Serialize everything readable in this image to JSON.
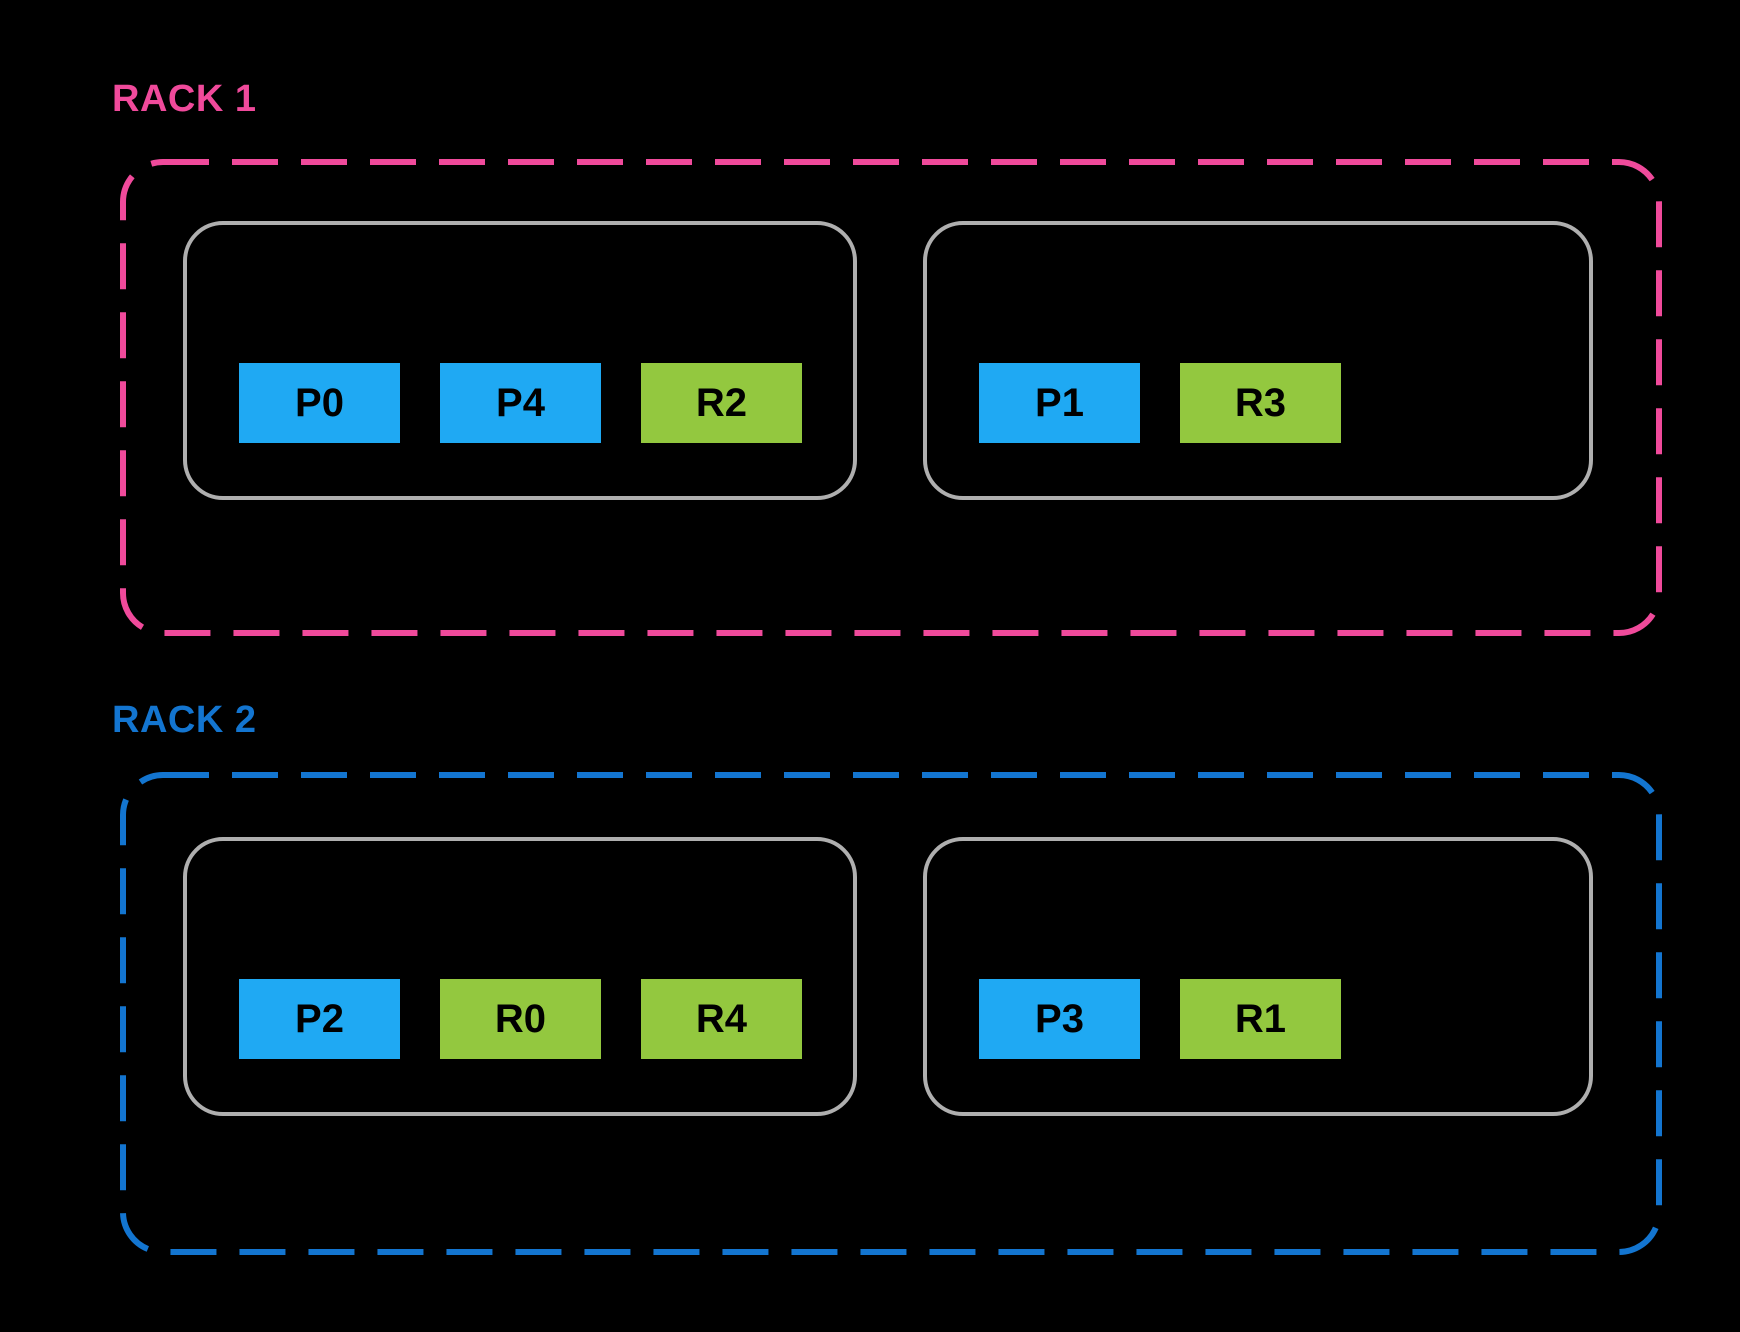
{
  "diagram": {
    "description_labels": {
      "rack1": "RACK 1",
      "rack2": "RACK 2"
    }
  },
  "colors": {
    "background": "#000000",
    "rack1_accent": "#F04A9B",
    "rack2_accent": "#1375D0",
    "host_border": "#AFAFAF",
    "primary_block": "#1FA9F3",
    "replica_block": "#93C83F",
    "block_text": "#000000"
  },
  "racks": [
    {
      "label": "RACK 1",
      "accent": "#F04A9B",
      "hosts": [
        {
          "blocks": [
            {
              "label": "P0",
              "type": "primary"
            },
            {
              "label": "P4",
              "type": "primary"
            },
            {
              "label": "R2",
              "type": "replica"
            }
          ]
        },
        {
          "blocks": [
            {
              "label": "P1",
              "type": "primary"
            },
            {
              "label": "R3",
              "type": "replica"
            }
          ]
        }
      ]
    },
    {
      "label": "RACK 2",
      "accent": "#1375D0",
      "hosts": [
        {
          "blocks": [
            {
              "label": "P2",
              "type": "primary"
            },
            {
              "label": "R0",
              "type": "replica"
            },
            {
              "label": "R4",
              "type": "replica"
            }
          ]
        },
        {
          "blocks": [
            {
              "label": "P3",
              "type": "primary"
            },
            {
              "label": "R1",
              "type": "replica"
            }
          ]
        }
      ]
    }
  ]
}
